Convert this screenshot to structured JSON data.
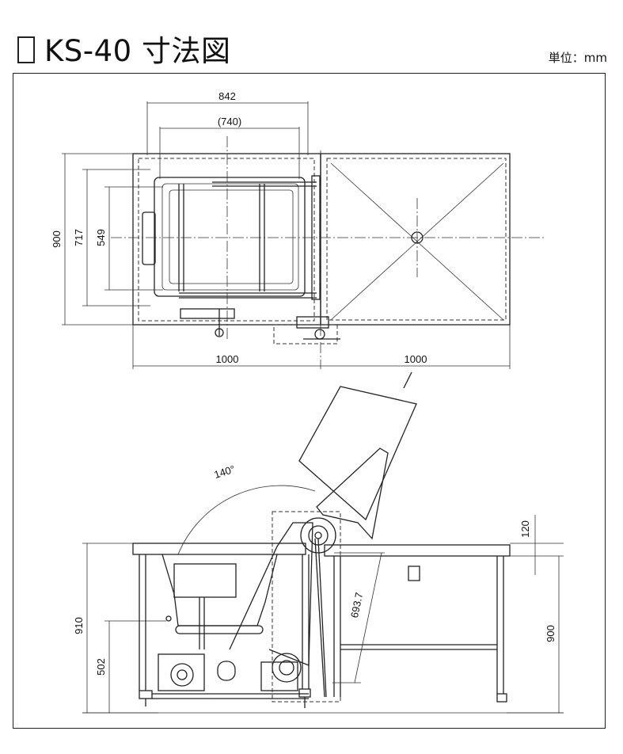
{
  "header": {
    "title": "KS-40 寸法図",
    "unit": "単位：mm"
  },
  "dimensions": {
    "top_width_outer": "842",
    "top_width_inner": "(740)",
    "left_height_total": "900",
    "left_height_mid": "717",
    "left_height_inner": "549",
    "bottom_width_left": "1000",
    "bottom_width_right": "1000",
    "angle": "140°",
    "side_height_left": "910",
    "side_height_low": "502",
    "diagonal": "693.7",
    "right_top": "120",
    "right_height": "900"
  }
}
